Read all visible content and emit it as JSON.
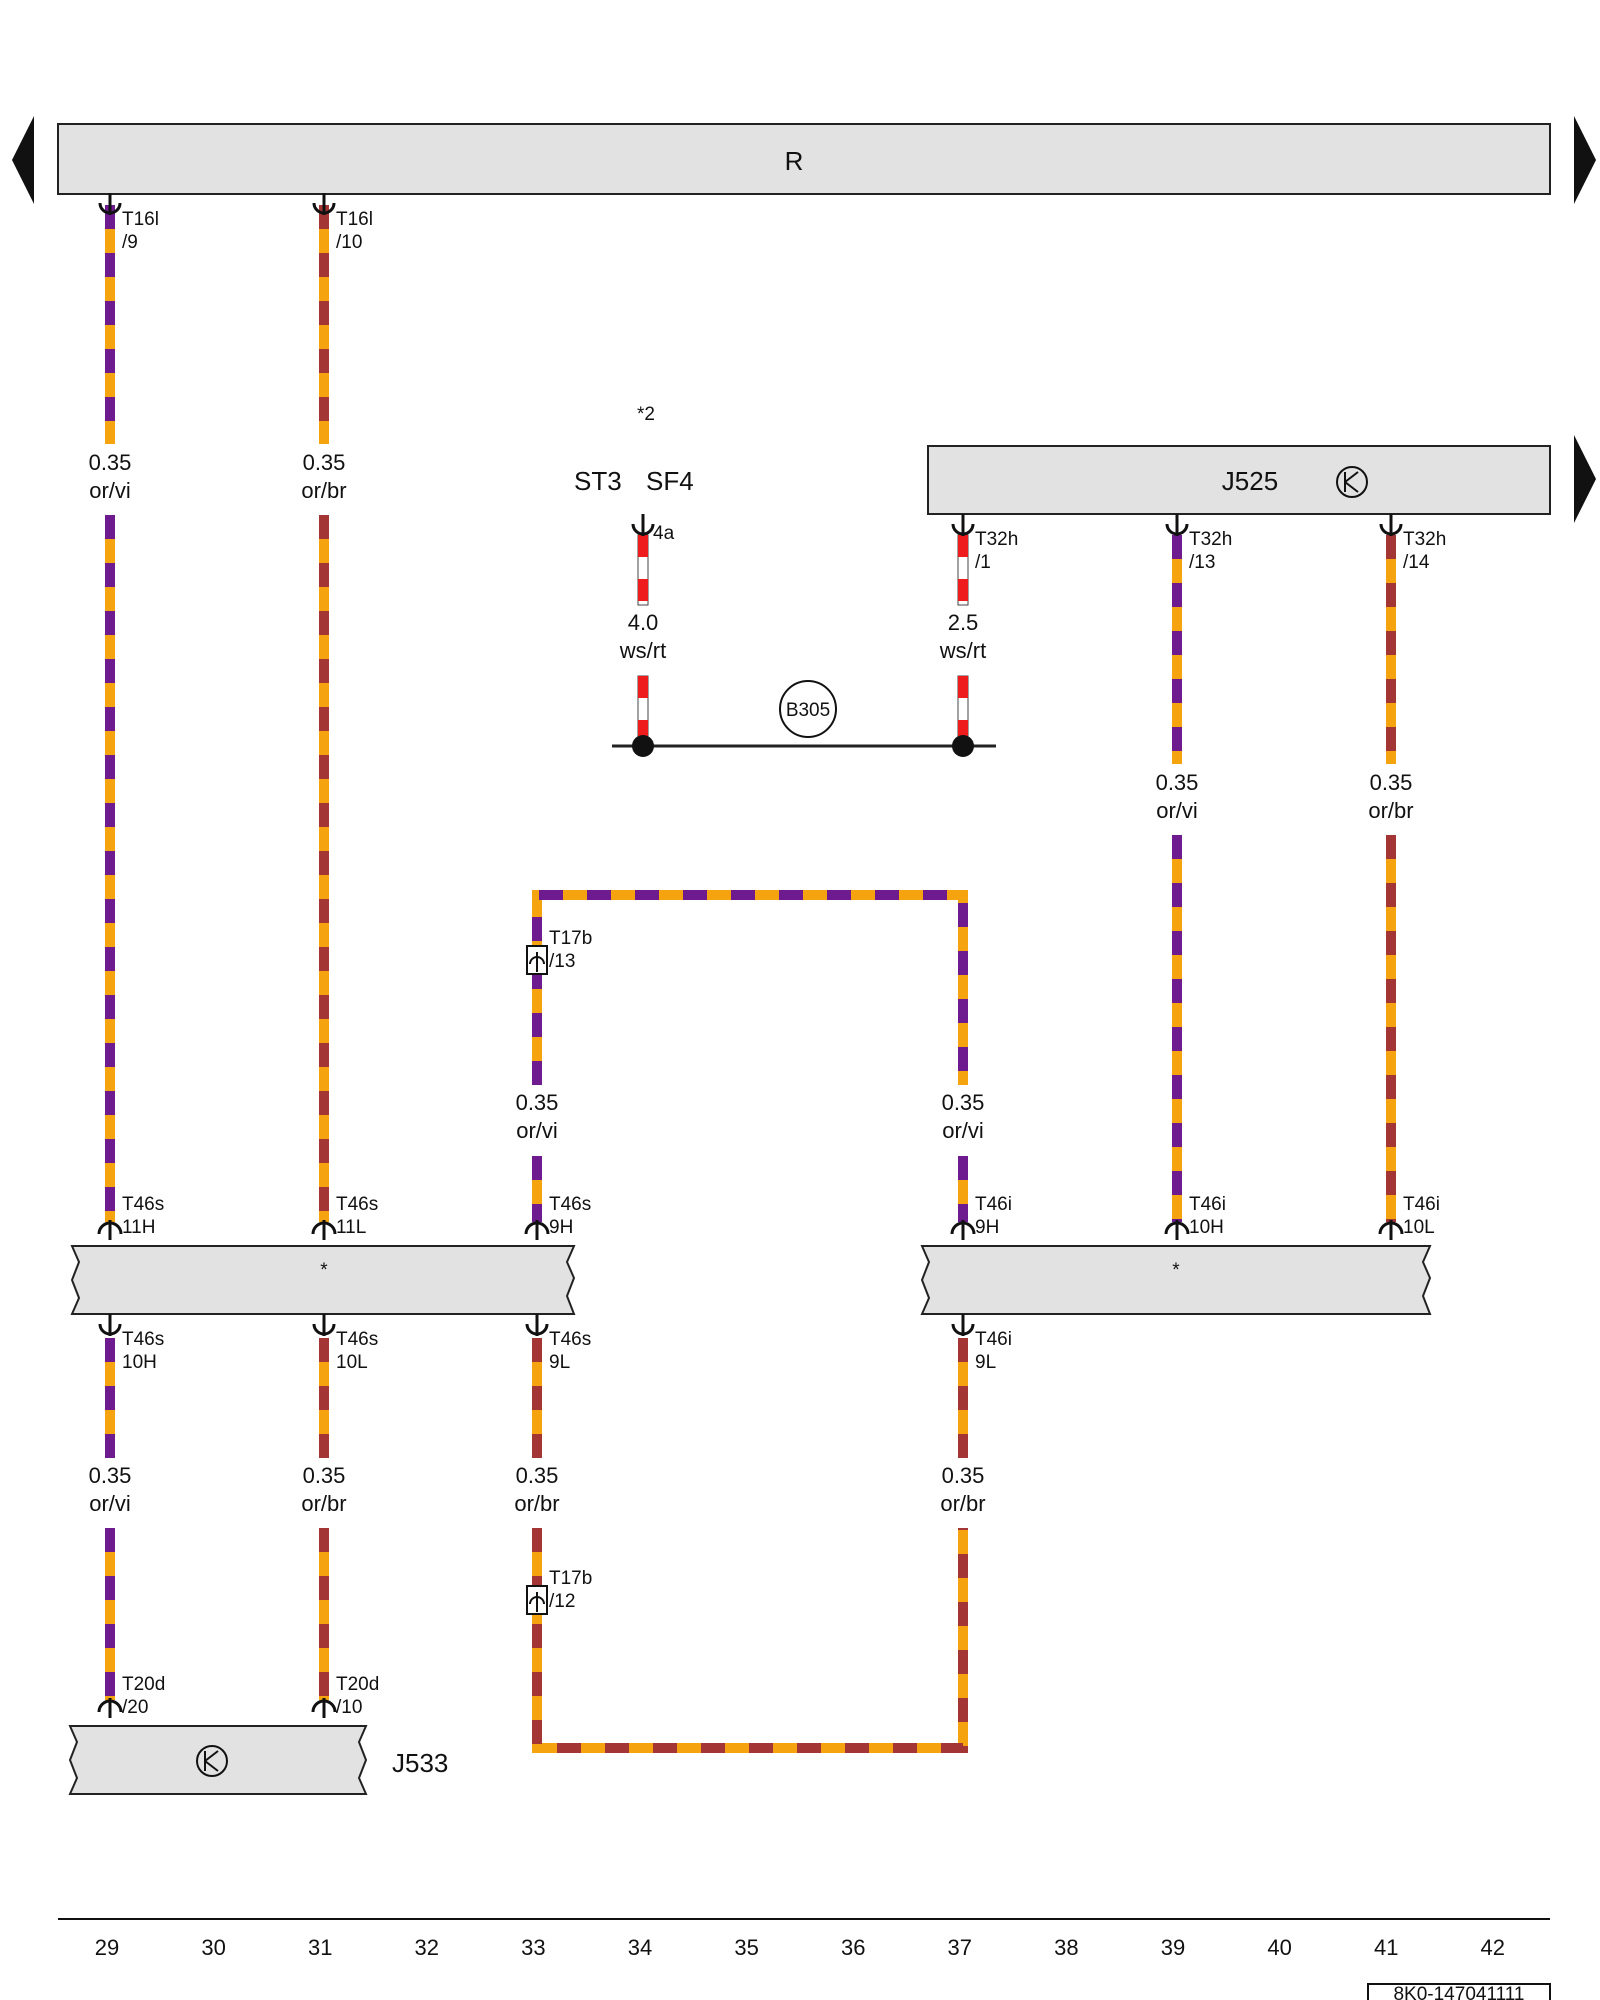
{
  "colors": {
    "or": "#f5a30f",
    "vi": "#6d1b8f",
    "br": "#a33535",
    "rt": "#ee1c1c",
    "ws": "#ffffff",
    "box_fill": "#e2e2e2",
    "line": "#222222"
  },
  "components": {
    "R": {
      "label": "R"
    },
    "J525": {
      "label": "J525",
      "icon": "control-unit-icon"
    },
    "J533": {
      "label": "J533",
      "icon": "control-unit-icon"
    },
    "left_connector_box": {
      "label": "*"
    },
    "right_connector_box": {
      "label": "*"
    },
    "B305": {
      "label": "B305"
    }
  },
  "note": "*2",
  "st3_sf4": {
    "st": "ST3",
    "sf": "SF4"
  },
  "pins": {
    "r_1": [
      "T16l",
      "/9"
    ],
    "r_2": [
      "T16l",
      "/10"
    ],
    "st_1": [
      "",
      "4a"
    ],
    "j525_1": [
      "T32h",
      "/1"
    ],
    "j525_2": [
      "T32h",
      "/13"
    ],
    "j525_3": [
      "T32h",
      "/14"
    ],
    "ls_in_1": [
      "T46s",
      "11H"
    ],
    "ls_in_2": [
      "T46s",
      "11L"
    ],
    "ls_in_3": [
      "T46s",
      "9H"
    ],
    "rs_in_1": [
      "T46i",
      "9H"
    ],
    "rs_in_2": [
      "T46i",
      "10H"
    ],
    "rs_in_3": [
      "T46i",
      "10L"
    ],
    "ls_out_1": [
      "T46s",
      "10H"
    ],
    "ls_out_2": [
      "T46s",
      "10L"
    ],
    "ls_out_3": [
      "T46s",
      "9L"
    ],
    "rs_out_1": [
      "T46i",
      "9L"
    ],
    "j533_1": [
      "T20d",
      "/20"
    ],
    "j533_2": [
      "T20d",
      "/10"
    ],
    "t17b_top": [
      "T17b",
      "/13"
    ],
    "t17b_bottom": [
      "T17b",
      "/12"
    ]
  },
  "wire_labels": {
    "w1_top": [
      "0.35",
      "or/vi"
    ],
    "w2_top": [
      "0.35",
      "or/br"
    ],
    "w_st": [
      "4.0",
      "ws/rt"
    ],
    "w_j525_1": [
      "2.5",
      "ws/rt"
    ],
    "w_j525_2": [
      "0.35",
      "or/vi"
    ],
    "w_j525_3": [
      "0.35",
      "or/br"
    ],
    "w_loop_left_top": [
      "0.35",
      "or/vi"
    ],
    "w_loop_right_top": [
      "0.35",
      "or/vi"
    ],
    "w1_bottom": [
      "0.35",
      "or/vi"
    ],
    "w2_bottom": [
      "0.35",
      "or/br"
    ],
    "w_loop_left_bottom": [
      "0.35",
      "or/br"
    ],
    "w_loop_right_bottom": [
      "0.35",
      "or/br"
    ]
  },
  "columns": [
    "29",
    "30",
    "31",
    "32",
    "33",
    "34",
    "35",
    "36",
    "37",
    "38",
    "39",
    "40",
    "41",
    "42"
  ],
  "doc_code": "8K0-147041111"
}
